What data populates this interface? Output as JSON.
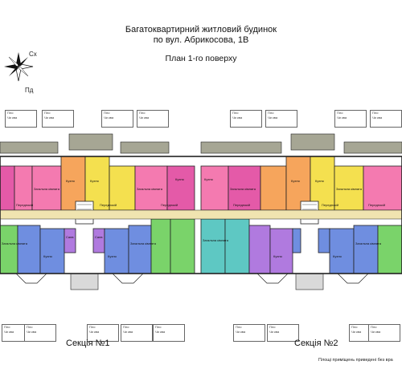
{
  "header": {
    "line1": "Багатоквартирний житловий будинок",
    "line2": "по вул. Абрикосова, 1В",
    "plan_title": "План 1-го поверху"
  },
  "compass": {
    "north_label": "Сх",
    "south_label": "Пд"
  },
  "legend_box": {
    "row1": "Пло",
    "row2": "Чи ква"
  },
  "room_labels": {
    "kitchen": "Кухня",
    "living": "Загальна кімната",
    "hall": "Передпокій",
    "bath": "Санв"
  },
  "sections": {
    "s1": "Секція №1",
    "s2": "Секція №2"
  },
  "footer": {
    "note": "Площі приміщень приведені без вра"
  },
  "colors": {
    "pink": "#f47ab0",
    "magenta": "#e45aa8",
    "orange": "#f6a55c",
    "yellow": "#f4e04f",
    "green": "#7ad36a",
    "teal": "#5ec8c3",
    "blue": "#6f8ee0",
    "purple": "#b07adf",
    "roof": "#a6a694",
    "wall": "#222222"
  }
}
